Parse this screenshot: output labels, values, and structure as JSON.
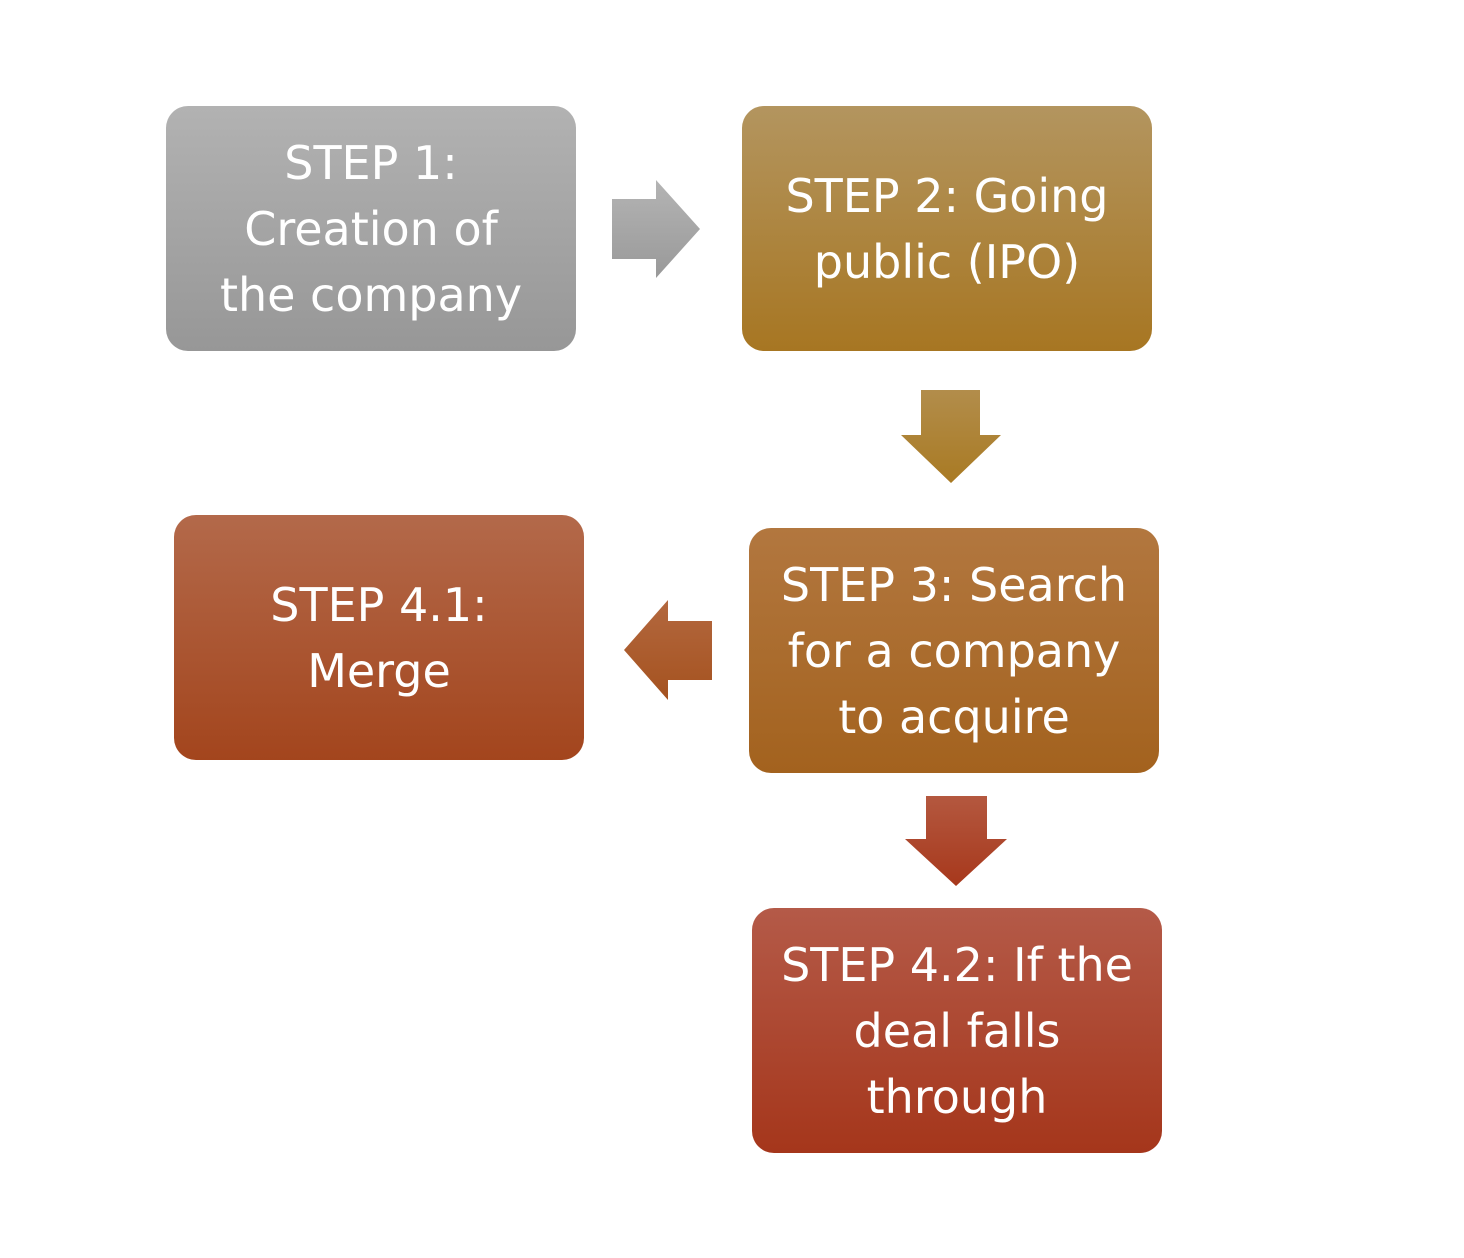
{
  "steps": {
    "step1": "STEP 1:\nCreation of\nthe company",
    "step2": "STEP 2: Going\npublic (IPO)",
    "step3": "STEP 3: Search\nfor a company\nto acquire",
    "step41": "STEP 4.1:\nMerge",
    "step42": "STEP 4.2: If the\ndeal falls\nthrough"
  },
  "colors": {
    "step1": "#a5a5a5",
    "step2": "#ab8136",
    "step3": "#a86c2c",
    "step41": "#a85330",
    "step42": "#aa4129"
  }
}
